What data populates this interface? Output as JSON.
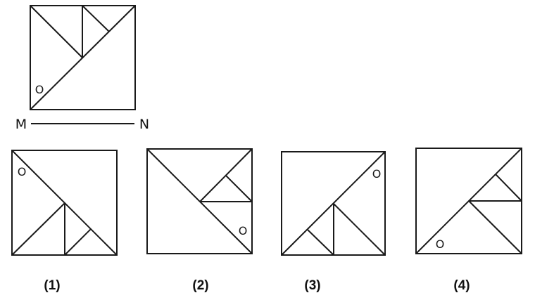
{
  "question": {
    "mirror_line": {
      "start_label": "M",
      "end_label": "N"
    },
    "marker_glyph": "O"
  },
  "options": [
    {
      "label": "(1)"
    },
    {
      "label": "(2)"
    },
    {
      "label": "(3)"
    },
    {
      "label": "(4)"
    }
  ]
}
